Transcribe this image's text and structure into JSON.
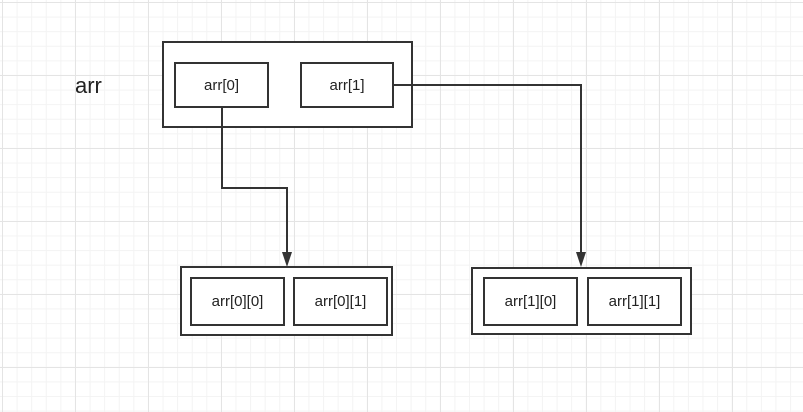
{
  "variable_label": "arr",
  "outer": {
    "cells": [
      "arr[0]",
      "arr[1]"
    ]
  },
  "row0": {
    "cells": [
      "arr[0][0]",
      "arr[0][1]"
    ]
  },
  "row1": {
    "cells": [
      "arr[1][0]",
      "arr[1][1]"
    ]
  },
  "colors": {
    "stroke": "#333333",
    "grid": "#e4e4e4"
  }
}
